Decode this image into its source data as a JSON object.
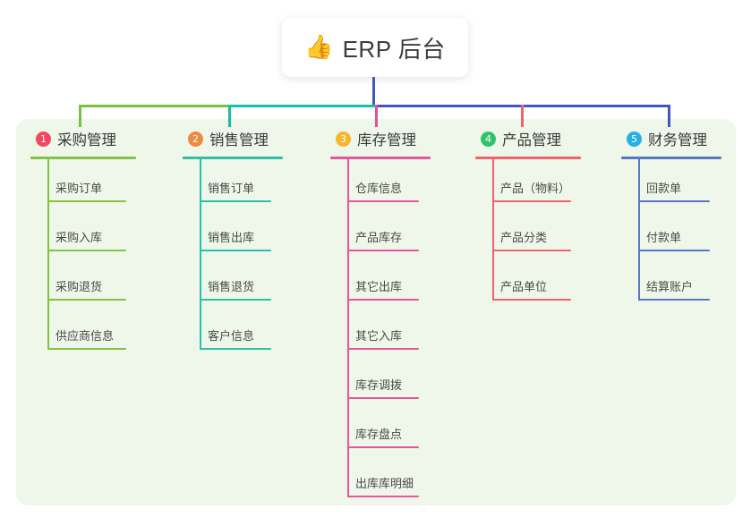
{
  "diagram": {
    "title": "ERP 后台",
    "root": {
      "icon": "thumbs-up-icon",
      "emoji": "👍",
      "label": "ERP 后台",
      "stem_color": "#4456bd"
    },
    "panel_color": "#eef7e9",
    "trunk_bar": [
      {
        "color": "#7ac143"
      },
      {
        "color": "#13c2a4"
      },
      {
        "color": "#4456bd"
      }
    ],
    "branches": [
      {
        "index": "1",
        "label": "采购管理",
        "badge_color": "#f4475f",
        "line_color": "#82c341",
        "drop_color": "#7ac143",
        "items": [
          "采购订单",
          "采购入库",
          "采购退货",
          "供应商信息"
        ]
      },
      {
        "index": "2",
        "label": "销售管理",
        "badge_color": "#f08a3c",
        "line_color": "#2cc0ab",
        "drop_color": "#13c2a4",
        "items": [
          "销售订单",
          "销售出库",
          "销售退货",
          "客户信息"
        ]
      },
      {
        "index": "3",
        "label": "库存管理",
        "badge_color": "#f6b72f",
        "line_color": "#e8559d",
        "drop_color": "#ec4f96",
        "items": [
          "仓库信息",
          "产品库存",
          "其它出库",
          "其它入库",
          "库存调拨",
          "库存盘点",
          "出库库明细"
        ]
      },
      {
        "index": "4",
        "label": "产品管理",
        "badge_color": "#2fc36b",
        "line_color": "#f4616b",
        "drop_color": "#f4616b",
        "items": [
          "产品（物料）",
          "产品分类",
          "产品单位"
        ]
      },
      {
        "index": "5",
        "label": "财务管理",
        "badge_color": "#25b0e8",
        "line_color": "#5579c7",
        "drop_color": "#4456bd",
        "items": [
          "回款单",
          "付款单",
          "结算账户"
        ]
      }
    ]
  }
}
